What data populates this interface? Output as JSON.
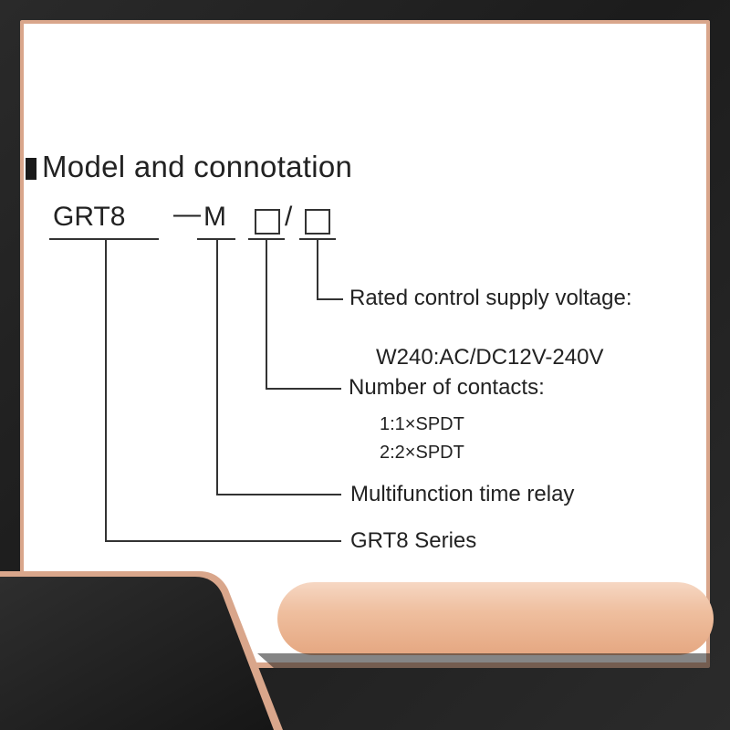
{
  "heading": "Model and connotation",
  "code": {
    "series": "GRT8",
    "dash": "—",
    "function": "M",
    "slash": "/"
  },
  "labels": {
    "voltage": "Rated control supply voltage:",
    "voltage_value": "W240:AC/DC12V-240V",
    "contacts": "Number of contacts:",
    "contacts_1": "1:1×SPDT",
    "contacts_2": "2:2×SPDT",
    "function": "Multifunction time relay",
    "series": "GRT8 Series"
  },
  "colors": {
    "frame": "#d9a68b",
    "accent": "#efbf9f",
    "background": "#222222"
  }
}
